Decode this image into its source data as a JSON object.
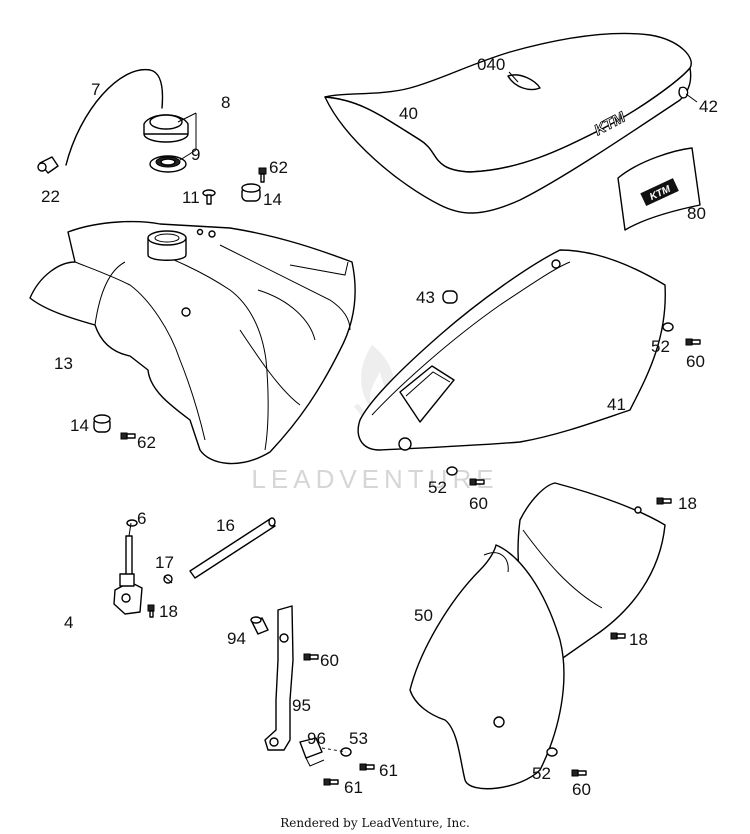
{
  "watermark": {
    "text": "LEADVENTURE"
  },
  "footer": {
    "text": "Rendered by LeadVenture, Inc."
  },
  "seat_logo": {
    "text": "KTM"
  },
  "callouts": {
    "c7": "7",
    "c8": "8",
    "c9": "9",
    "c22": "22",
    "c62a": "62",
    "c11": "11",
    "c14a": "14",
    "c040": "040",
    "c40": "40",
    "c42": "42",
    "c80": "80",
    "c13": "13",
    "c43": "43",
    "c52a": "52",
    "c60a": "60",
    "c41": "41",
    "c14b": "14",
    "c62b": "62",
    "c52b": "52",
    "c60b": "60",
    "c6": "6",
    "c4": "4",
    "c17": "17",
    "c18a": "18",
    "c16": "16",
    "c94": "94",
    "c60c": "60",
    "c95": "95",
    "c96": "96",
    "c53": "53",
    "c61a": "61",
    "c61b": "61",
    "c18b": "18",
    "c50": "50",
    "c18c": "18",
    "c52c": "52",
    "c60d": "60"
  }
}
